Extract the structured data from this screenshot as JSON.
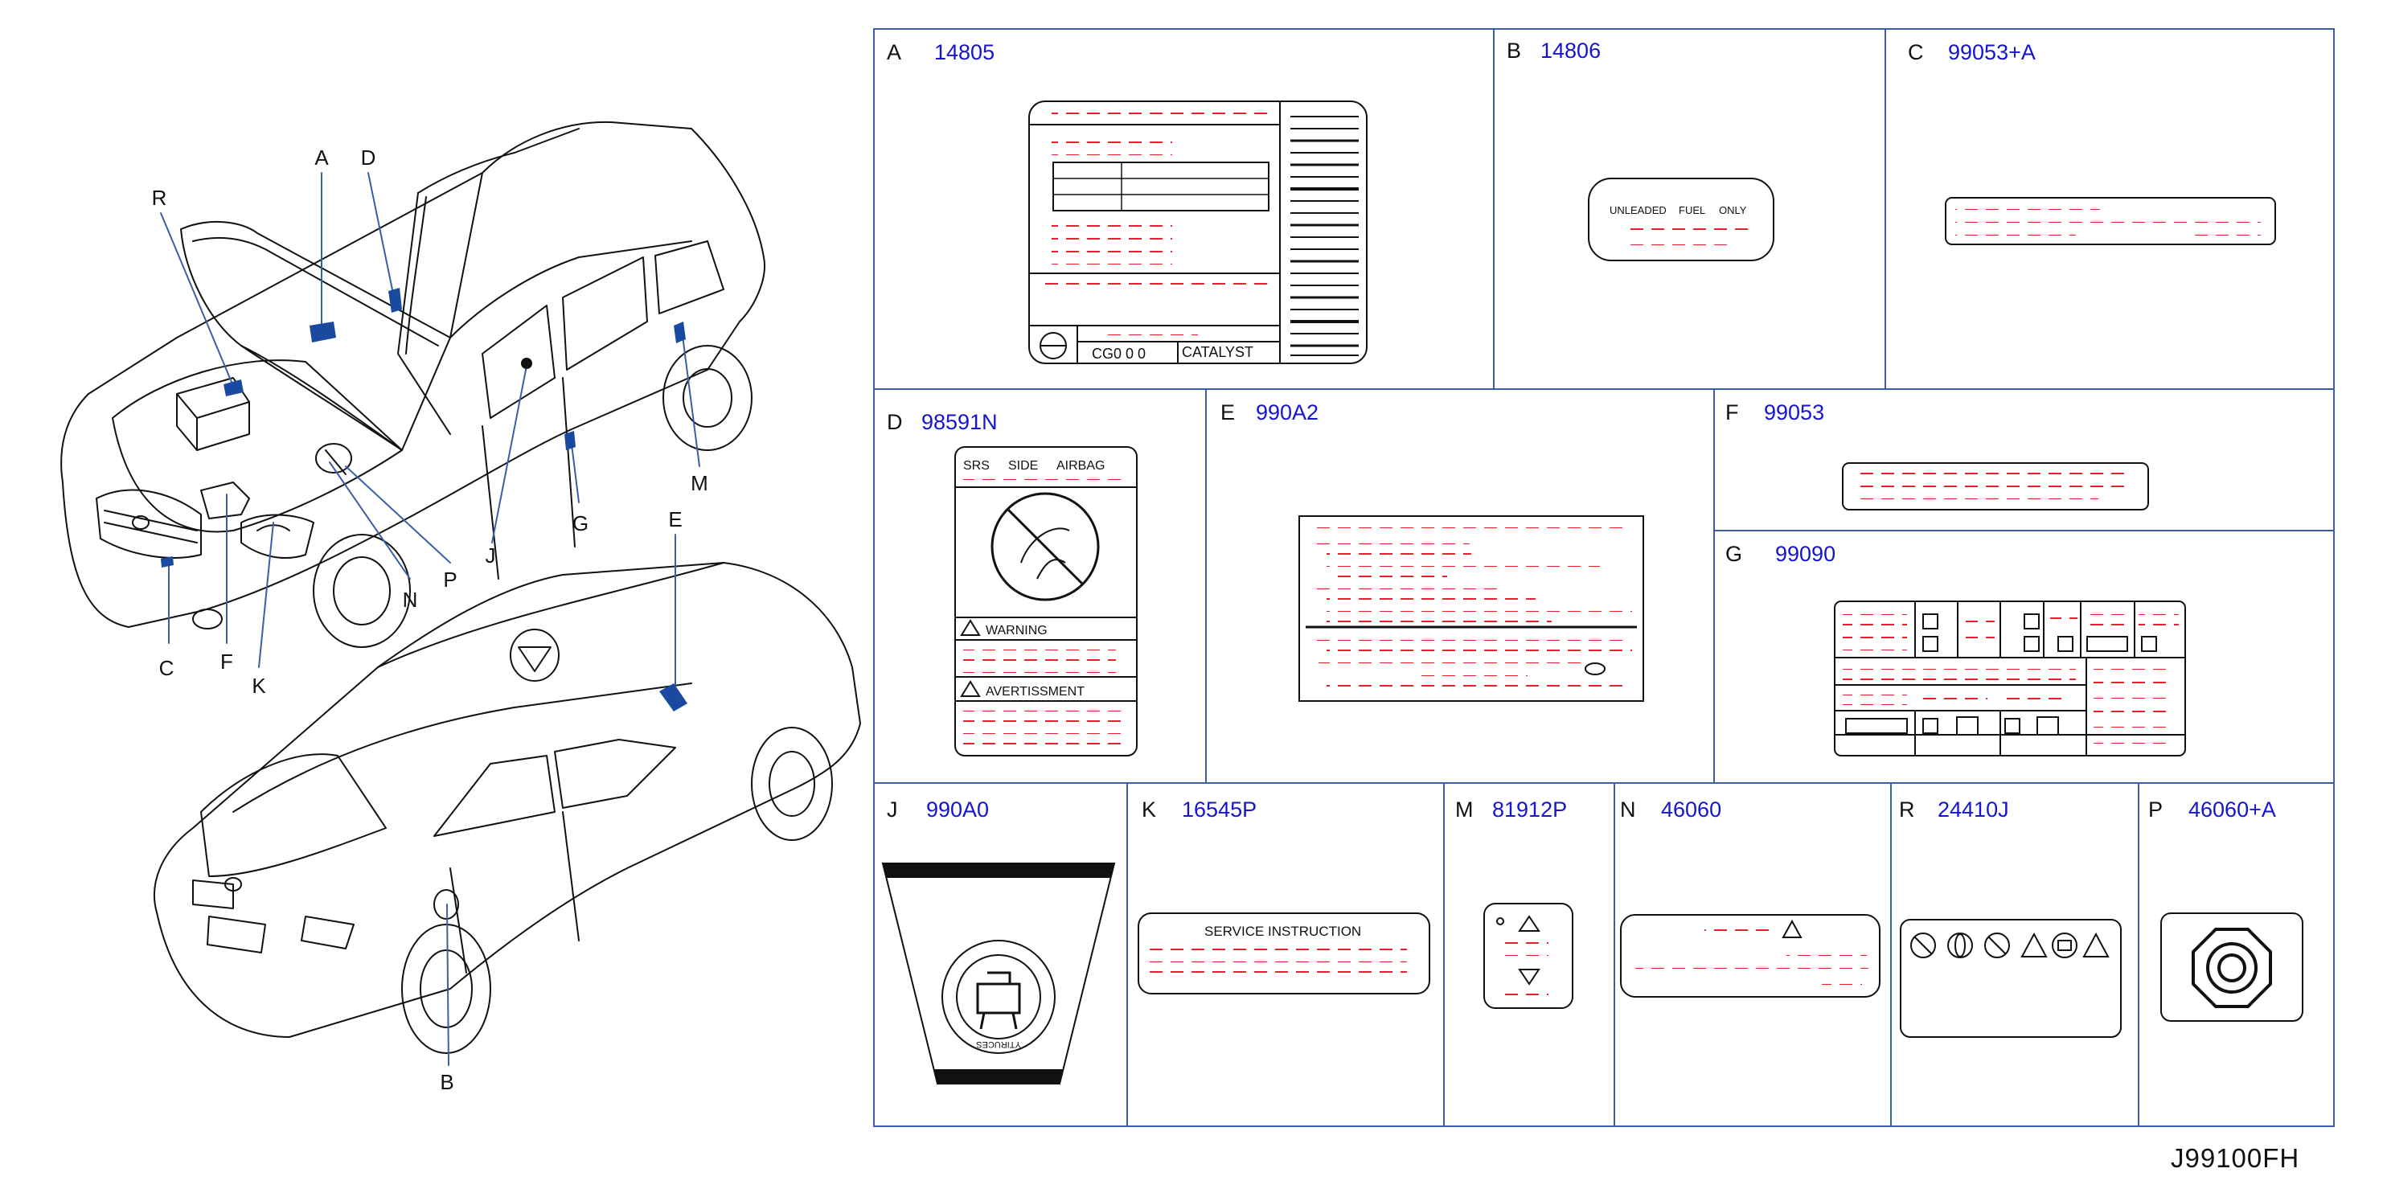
{
  "diagram_id": "J99100FH",
  "callouts": [
    "A",
    "D",
    "R",
    "M",
    "G",
    "J",
    "P",
    "N",
    "C",
    "F",
    "K",
    "E",
    "B"
  ],
  "panels": [
    {
      "letter": "A",
      "part": "14805"
    },
    {
      "letter": "B",
      "part": "14806"
    },
    {
      "letter": "C",
      "part": "99053+A"
    },
    {
      "letter": "D",
      "part": "98591N"
    },
    {
      "letter": "E",
      "part": "990A2"
    },
    {
      "letter": "F",
      "part": "99053"
    },
    {
      "letter": "G",
      "part": "99090"
    },
    {
      "letter": "J",
      "part": "990A0"
    },
    {
      "letter": "K",
      "part": "16545P"
    },
    {
      "letter": "M",
      "part": "81912P"
    },
    {
      "letter": "N",
      "part": "46060"
    },
    {
      "letter": "R",
      "part": "24410J"
    },
    {
      "letter": "P",
      "part": "46060+A"
    }
  ],
  "label_text": {
    "a_cg": "CG0 0 0",
    "a_catalyst": "CATALYST",
    "b_unleaded": "UNLEADED",
    "b_fuel": "FUEL",
    "b_only": "ONLY",
    "d_srs": "SRS",
    "d_side": "SIDE",
    "d_airbag": "AIRBAG",
    "d_warning": "WARNING",
    "d_avertissment": "AVERTISSMENT",
    "j_ring": "YTIRUCES",
    "k_service": "SERVICE   INSTRUCTION"
  },
  "colors": {
    "grid": "#3a5fa8",
    "part_text": "#1515d0",
    "placeholder_text": "#e8202a",
    "sticker_marker": "#1a4aa0",
    "line": "#111111"
  }
}
